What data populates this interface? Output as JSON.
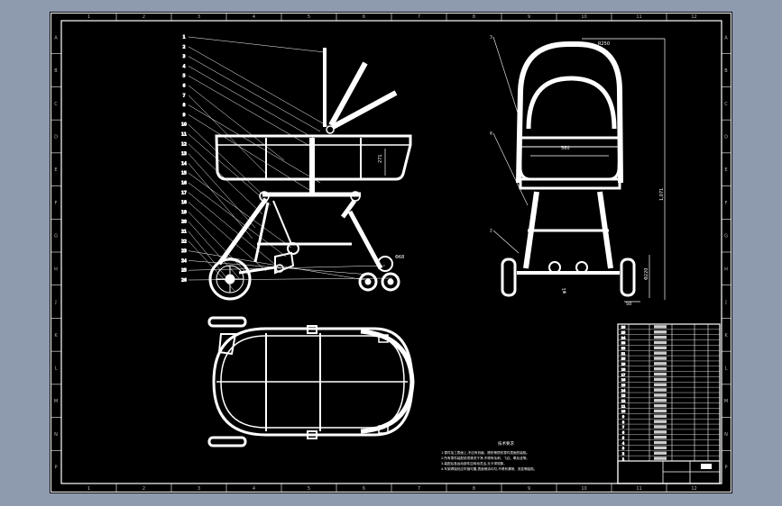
{
  "drawing": {
    "type": "cad-assembly-drawing",
    "subject": "baby stroller",
    "views": [
      "side-view",
      "front-view",
      "top-view"
    ],
    "colors": {
      "background": "#000000",
      "lines": "#ffffff",
      "frame_outside": "#8e9aae"
    }
  },
  "zone_columns": [
    "1",
    "2",
    "3",
    "4",
    "5",
    "6",
    "7",
    "8",
    "9",
    "10",
    "11",
    "12"
  ],
  "zone_rows": [
    "A",
    "B",
    "C",
    "D",
    "E",
    "F",
    "G",
    "H",
    "J",
    "K",
    "L",
    "M",
    "N",
    "P"
  ],
  "side_view": {
    "callouts": [
      "1",
      "2",
      "3",
      "4",
      "5",
      "6",
      "7",
      "8",
      "9",
      "10",
      "11",
      "12",
      "13",
      "14",
      "15",
      "16",
      "17",
      "18",
      "19",
      "20",
      "21",
      "22",
      "23",
      "24",
      "25",
      "26"
    ],
    "dimensions": {
      "basket_height": "271",
      "wheel": "Φ68"
    }
  },
  "front_view": {
    "callouts": [
      "3",
      "8",
      "2"
    ],
    "dimensions": {
      "canopy": "R250",
      "width": "560",
      "height": "1,071",
      "axle_height": "Φ220",
      "wheel_offset": "50",
      "hub": "φ1"
    }
  },
  "notes": {
    "title": "技术要求",
    "lines": [
      "1.零件加工表面上,不应有划痕、擦伤等损伤零件表面的缺陷。",
      "2.所有零件装配前须清洗干净,不得有毛刺、飞边、氧化皮等。",
      "3.装配后各运动部件应转动灵活,无卡滞现象。",
      "4.车架焊接处应牢固可靠,表面喷涂均匀,不得有漏喷、流挂等缺陷。"
    ]
  },
  "title_block": {
    "part_rows": [
      "1",
      "2",
      "3",
      "4",
      "5",
      "6",
      "7",
      "8",
      "9",
      "10",
      "11",
      "12",
      "13",
      "14",
      "15",
      "16",
      "17",
      "18",
      "19",
      "20",
      "21",
      "22",
      "23",
      "24",
      "25",
      "26"
    ]
  }
}
